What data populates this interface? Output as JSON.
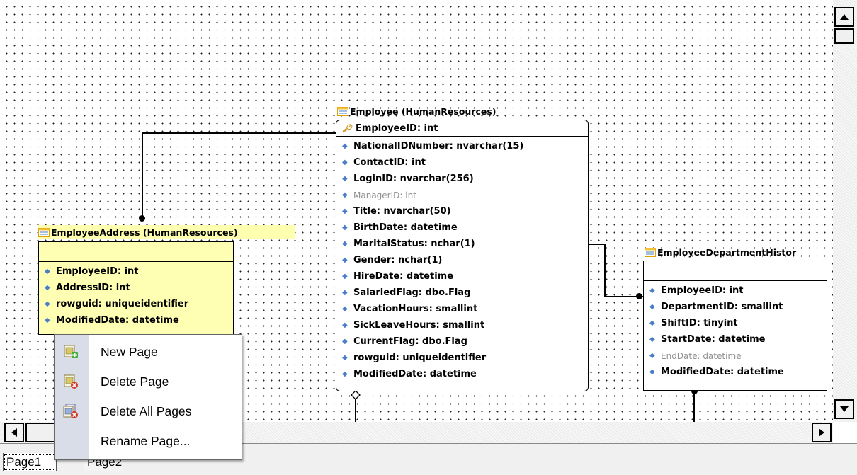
{
  "diagram": {
    "employee_address": {
      "title": "EmployeeAddress (HumanResources)",
      "fields": [
        {
          "label": "EmployeeID: int",
          "nullable": false
        },
        {
          "label": "AddressID: int",
          "nullable": false
        },
        {
          "label": "rowguid: uniqueidentifier",
          "nullable": false
        },
        {
          "label": "ModifiedDate: datetime",
          "nullable": false
        }
      ]
    },
    "employee": {
      "title": "Employee (HumanResources)",
      "pk": "EmployeeID: int",
      "fields": [
        {
          "label": "NationalIDNumber: nvarchar(15)",
          "nullable": false
        },
        {
          "label": "ContactID: int",
          "nullable": false
        },
        {
          "label": "LoginID: nvarchar(256)",
          "nullable": false
        },
        {
          "label": "ManagerID: int",
          "nullable": true
        },
        {
          "label": "Title: nvarchar(50)",
          "nullable": false
        },
        {
          "label": "BirthDate: datetime",
          "nullable": false
        },
        {
          "label": "MaritalStatus: nchar(1)",
          "nullable": false
        },
        {
          "label": "Gender: nchar(1)",
          "nullable": false
        },
        {
          "label": "HireDate: datetime",
          "nullable": false
        },
        {
          "label": "SalariedFlag: dbo.Flag",
          "nullable": false
        },
        {
          "label": "VacationHours: smallint",
          "nullable": false
        },
        {
          "label": "SickLeaveHours: smallint",
          "nullable": false
        },
        {
          "label": "CurrentFlag: dbo.Flag",
          "nullable": false
        },
        {
          "label": "rowguid: uniqueidentifier",
          "nullable": false
        },
        {
          "label": "ModifiedDate: datetime",
          "nullable": false
        }
      ]
    },
    "employee_department_history": {
      "title": "EmployeeDepartmentHistor",
      "fields": [
        {
          "label": "EmployeeID: int",
          "nullable": false
        },
        {
          "label": "DepartmentID: smallint",
          "nullable": false
        },
        {
          "label": "ShiftID: tinyint",
          "nullable": false
        },
        {
          "label": "StartDate: datetime",
          "nullable": false
        },
        {
          "label": "EndDate: datetime",
          "nullable": true
        },
        {
          "label": "ModifiedDate: datetime",
          "nullable": false
        }
      ]
    }
  },
  "context_menu": {
    "items": [
      {
        "label": "New Page",
        "icon": "new-page-icon"
      },
      {
        "label": "Delete Page",
        "icon": "delete-page-icon"
      },
      {
        "label": "Delete All Pages",
        "icon": "delete-all-pages-icon"
      },
      {
        "label": "Rename Page...",
        "icon": ""
      }
    ]
  },
  "tabs": [
    {
      "label": "Page1",
      "active": true
    },
    {
      "label": "Page2",
      "active": false
    }
  ],
  "colors": {
    "entity_highlight": "#ffffb4",
    "field_icon": "#4a7fc8",
    "menu_gutter": "#d9dde7"
  }
}
